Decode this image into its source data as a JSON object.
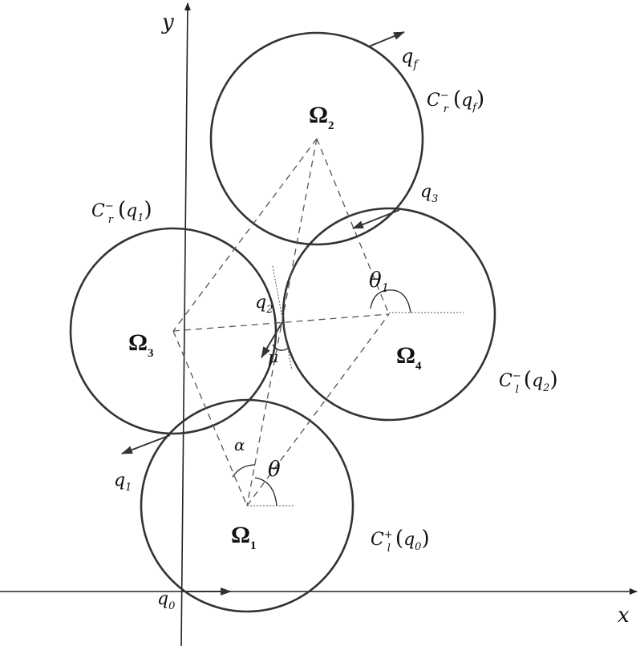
{
  "axes": {
    "x_label": "x",
    "y_label": "y"
  },
  "circles": [
    {
      "id": "Omega1",
      "name": "Ω",
      "sub": "1",
      "curve": {
        "C": "C",
        "sub": "l",
        "sup": "+",
        "arg": "q",
        "arg_sub": "0"
      }
    },
    {
      "id": "Omega2",
      "name": "Ω",
      "sub": "2",
      "curve": {
        "C": "C",
        "sub": "r",
        "sup": "−",
        "arg": "q",
        "arg_sub": "f"
      }
    },
    {
      "id": "Omega3",
      "name": "Ω",
      "sub": "3",
      "curve": {
        "C": "C",
        "sub": "r",
        "sup": "−",
        "arg": "q",
        "arg_sub": "1"
      }
    },
    {
      "id": "Omega4",
      "name": "Ω",
      "sub": "4",
      "curve": {
        "C": "C",
        "sub": "l",
        "sup": "−",
        "arg": "q",
        "arg_sub": "2"
      }
    }
  ],
  "points": [
    {
      "id": "q0",
      "base": "q",
      "sub": "0"
    },
    {
      "id": "q1",
      "base": "q",
      "sub": "1"
    },
    {
      "id": "q2",
      "base": "q",
      "sub": "2"
    },
    {
      "id": "q3",
      "base": "q",
      "sub": "3"
    },
    {
      "id": "qf",
      "base": "q",
      "sub": "f"
    }
  ],
  "angles": {
    "alpha": "α",
    "theta": "θ",
    "theta1_base": "θ",
    "theta1_sub": "1",
    "mu": "μ"
  },
  "colors": {
    "stroke": "#333333",
    "dashed": "#555555",
    "background": "#ffffff"
  }
}
